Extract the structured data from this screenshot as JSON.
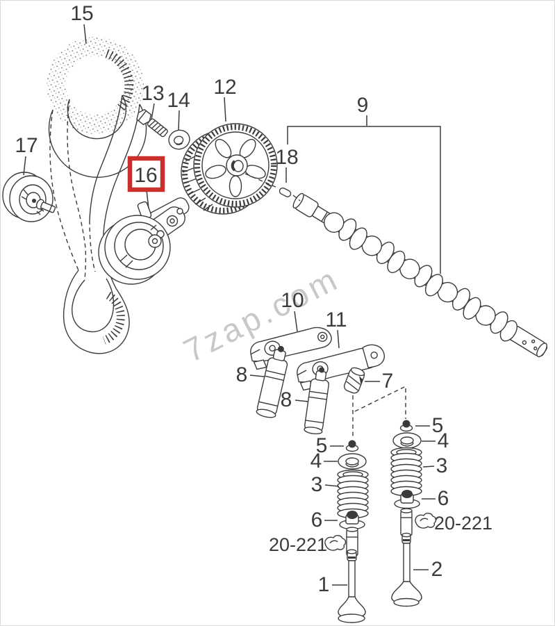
{
  "diagram": {
    "watermark": "7zap.com",
    "highlight": {
      "part": "16",
      "box_color": "#c9302c"
    },
    "line_color": "#3b3b3b",
    "callouts": {
      "timing_belt": "15",
      "tensioner_bolt": "13",
      "bolt_washer": "14",
      "camshaft_sprocket": "12",
      "camshaft": "9",
      "sprocket_key": "18",
      "idler_pulley": "17",
      "belt_tensioner": "16",
      "rocker_arm_front": "10",
      "rocker_arm_rear": "11",
      "lifter_front": "8",
      "lifter_rear": "8",
      "valve_piece": "7",
      "keeper_left": "5",
      "retainer_left": "4",
      "spring_left": "3",
      "seal_left": "6",
      "keeper_right": "5",
      "retainer_right": "4",
      "spring_right": "3",
      "seal_right": "6",
      "ref_code_left": "20-221",
      "ref_code_right": "20-221",
      "valve_intake": "1",
      "valve_exhaust": "2"
    }
  }
}
